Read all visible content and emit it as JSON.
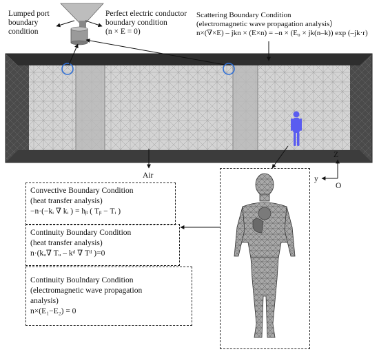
{
  "labels": {
    "lumped_port": [
      "Lumped port",
      "boundary",
      "condition"
    ],
    "pec": [
      "Perfect electric conductor",
      "boundary condition",
      "(n × E = 0)"
    ],
    "scattering": [
      "Scattering Boundary Condition",
      "(electromagnetic wave propagation analysis）",
      "n×(∇×E) – jkn × (E×n) = –n × (E₀ × jk(n–k)) exp (–jk·r)"
    ],
    "air": "Air",
    "axes": {
      "z": "Z",
      "y": "y",
      "o": "O"
    }
  },
  "boxes": {
    "convective": [
      "Convective Boundary Condition",
      "(heat transfer analysis)",
      "−n·(−kᵢ ∇ kᵢ ) = hᵦ ( Tᵦ − Tᵢ )"
    ],
    "continuity_heat": [
      "Continuity Boundary Condition",
      "(heat transfer analysis)",
      "n·(kᵤ∇ Tᵤ – kᵈ ∇ Tᵈ )=0"
    ],
    "continuity_em": [
      "Continuity Boulndary Condition",
      "(electromagnetic wave propagation",
      "analysis)",
      "n×(E₁−E₂) = 0"
    ]
  },
  "colors": {
    "room_frame": "#3a3a3a",
    "mesh_fill": "#d2d2d2",
    "mesh_line": "#9a9a9a",
    "pillar": "#b0b0b0",
    "marker": "#2f6fd6",
    "figure": "#5a5cf0"
  }
}
